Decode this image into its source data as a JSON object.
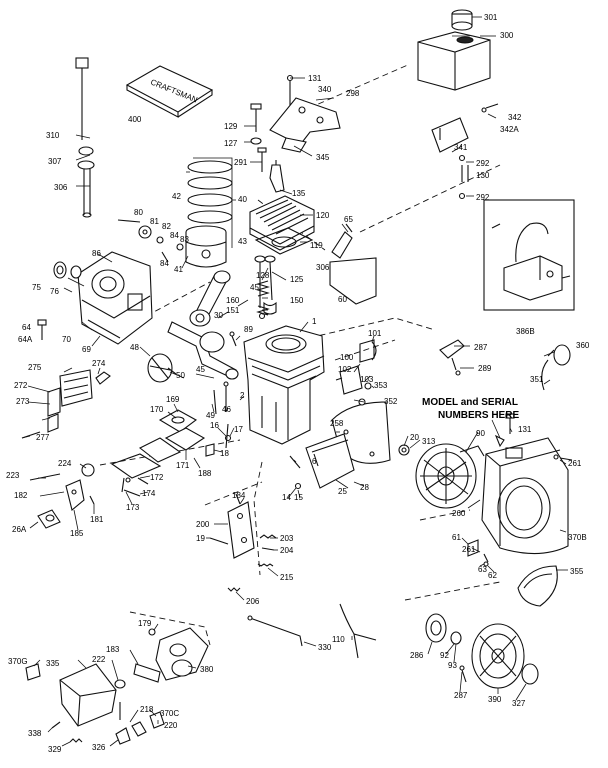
{
  "note": {
    "line1": "MODEL and SERIAL",
    "line2": "NUMBERS HERE"
  },
  "manual_text": "CRAFTSMAN",
  "callouts": [
    "301",
    "300",
    "131",
    "340",
    "298",
    "400",
    "310",
    "342",
    "342A",
    "129",
    "127",
    "341",
    "307",
    "292",
    "291",
    "130",
    "345",
    "306",
    "135",
    "42",
    "40",
    "292",
    "80",
    "81",
    "82",
    "84",
    "83",
    "120",
    "65",
    "43",
    "119",
    "41",
    "84",
    "86",
    "75",
    "76",
    "128",
    "125",
    "306",
    "386B",
    "60",
    "160",
    "150",
    "45",
    "30",
    "151",
    "64",
    "64A",
    "70",
    "69",
    "1",
    "101",
    "287",
    "360",
    "48",
    "89",
    "289",
    "275",
    "274",
    "100",
    "102",
    "353",
    "351",
    "272",
    "50",
    "45",
    "103",
    "352",
    "273",
    "170",
    "169",
    "49",
    "46",
    "2",
    "16",
    "17",
    "258",
    "20",
    "313",
    "131",
    "90",
    "261",
    "277",
    "171",
    "18",
    "223",
    "224",
    "188",
    "6",
    "182",
    "172",
    "174",
    "173",
    "14",
    "15",
    "25",
    "28",
    "260",
    "181",
    "185",
    "26A",
    "184",
    "200",
    "203",
    "61",
    "261",
    "370B",
    "19",
    "204",
    "63",
    "62",
    "355",
    "215",
    "206",
    "179",
    "330",
    "110",
    "370G",
    "335",
    "183",
    "222",
    "380",
    "286",
    "92",
    "93",
    "287",
    "390",
    "327",
    "218",
    "370C",
    "338",
    "220",
    "329",
    "326"
  ]
}
